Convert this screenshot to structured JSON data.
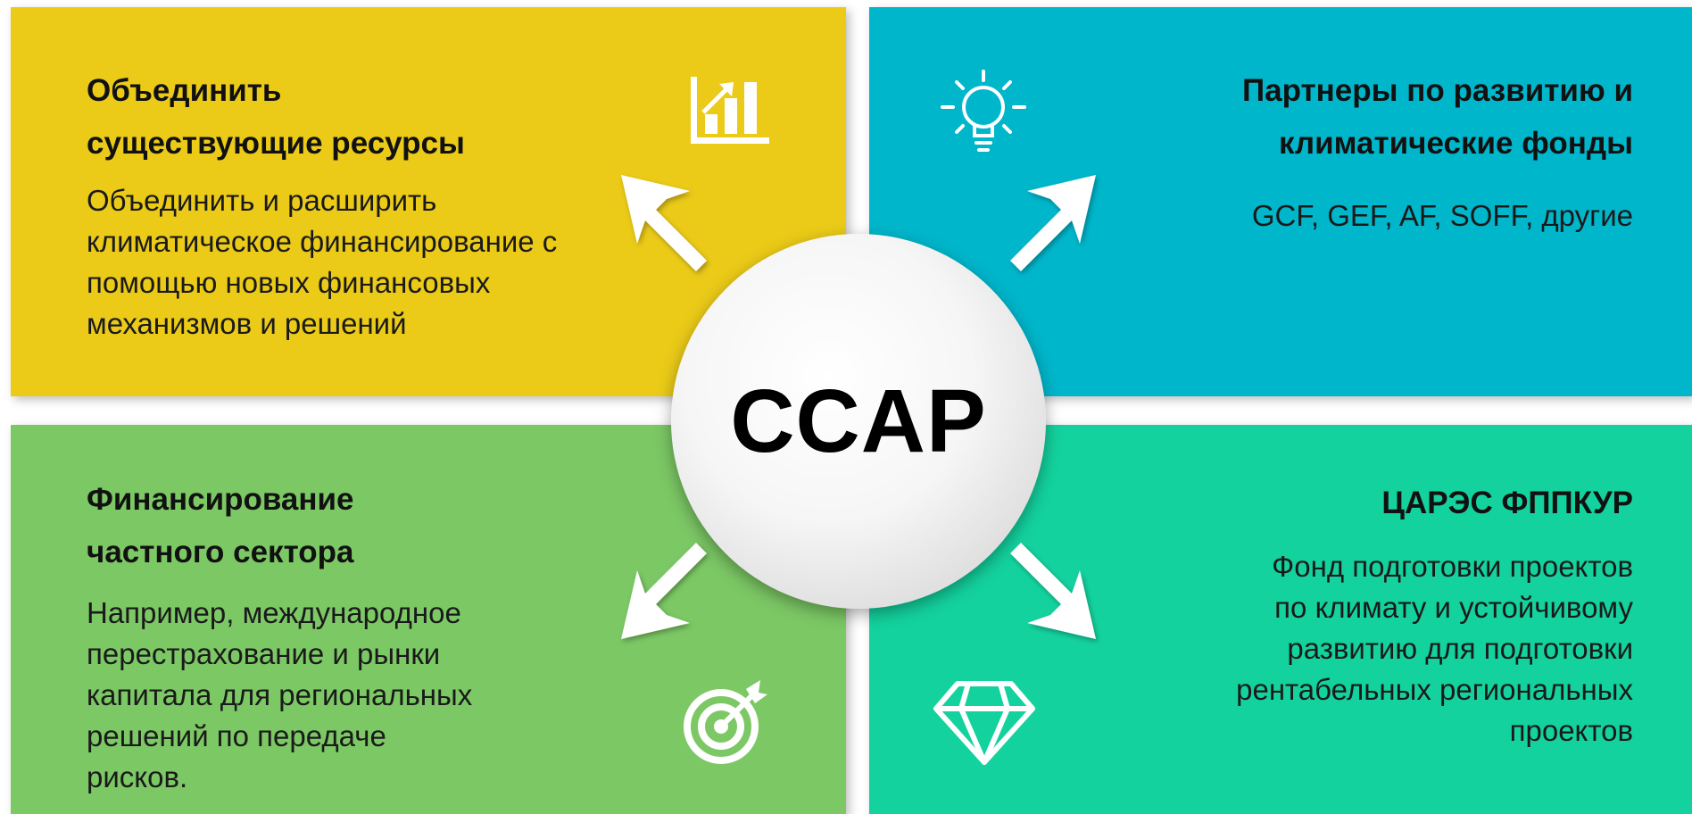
{
  "center": {
    "label": "CCAP"
  },
  "top_left": {
    "title": "Объединить\nсуществующие ресурсы",
    "body": "Объединить и расширить\nклиматическое финансирование с\nпомощью новых финансовых\nмеханизмов и решений",
    "icon": "bar-chart-growth-icon",
    "color": "#ebcb18"
  },
  "top_right": {
    "title": "Партнеры по развитию и\nклиматические фонды",
    "body": "GCF, GEF, AF, SOFF, другие",
    "icon": "lightbulb-icon",
    "color": "#00b6cb"
  },
  "bottom_left": {
    "title": "Финансирование\nчастного сектора",
    "body": "Например, международное\nперестрахование и рынки\nкапитала для региональных\nрешений по передаче\nрисков.",
    "icon": "target-icon",
    "color": "#7cc865"
  },
  "bottom_right": {
    "title": "ЦАРЭС ФППКУР",
    "body": "Фонд подготовки проектов\nпо климату и устойчивому\nразвитию для подготовки\nрентабельных региональных\nпроектов",
    "icon": "diamond-icon",
    "color": "#13d29e"
  }
}
